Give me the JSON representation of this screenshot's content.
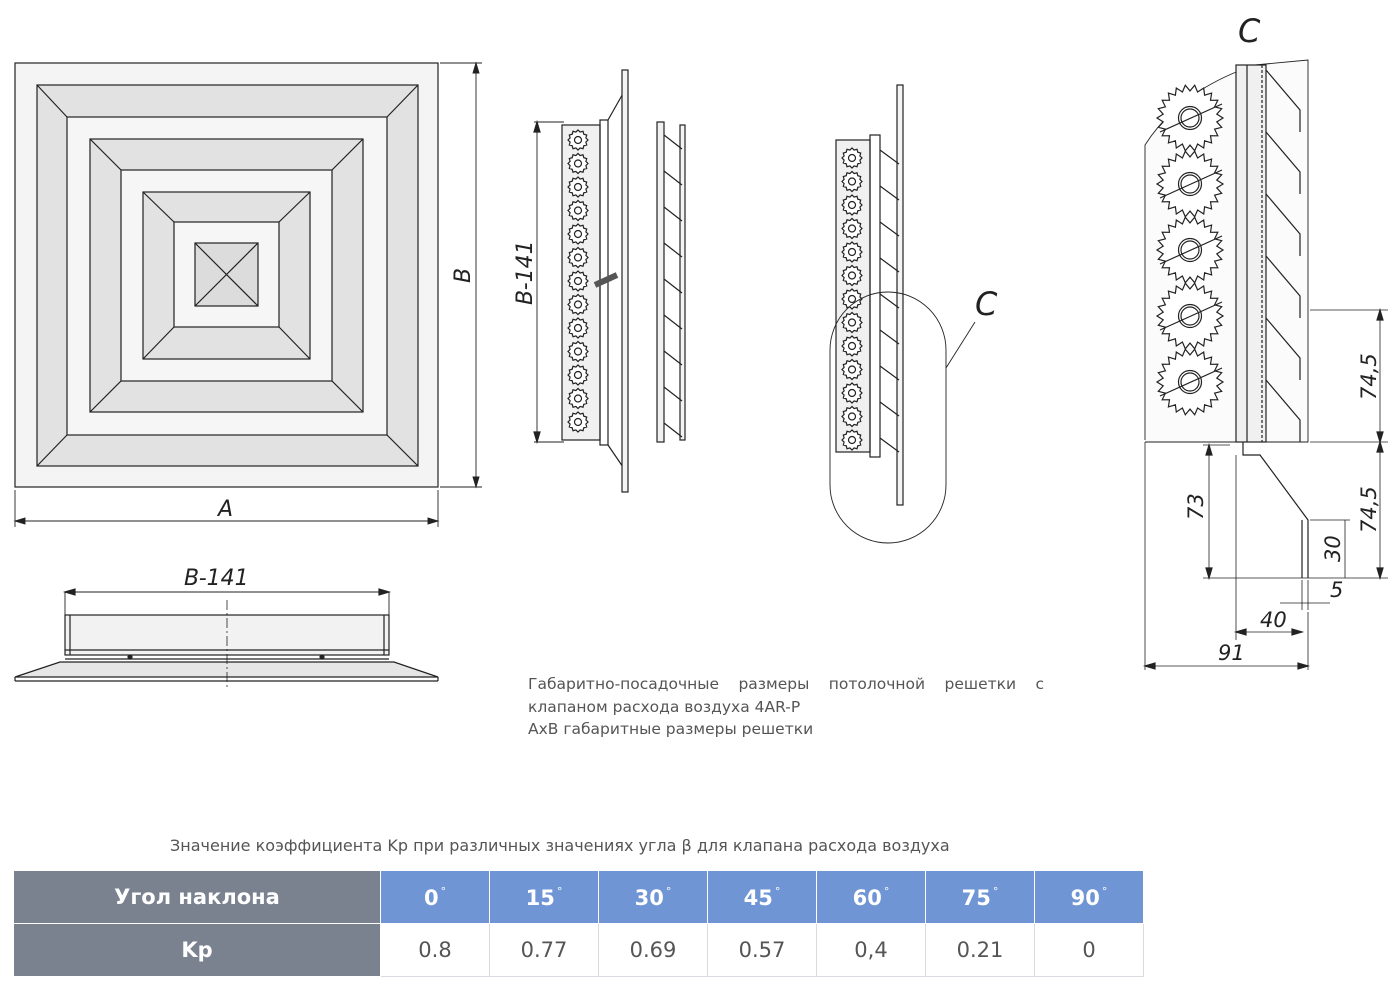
{
  "labels": {
    "dim_a": "A",
    "dim_b": "B",
    "dim_b141_side": "B-141",
    "dim_b141_bottom": "B-141",
    "detail_c_mark": "C",
    "detail_c_title": "C",
    "dim_74_5_top": "74,5",
    "dim_74_5_bottom": "74,5",
    "dim_73": "73",
    "dim_30": "30",
    "dim_5": "5",
    "dim_40": "40",
    "dim_91": "91"
  },
  "caption": {
    "line1": "Габаритно-посадочные размеры потолочной решетки с",
    "line2": "клапаном расхода воздуха 4AR-P",
    "line3": "AxB габаритные размеры решетки"
  },
  "table": {
    "title": "Значение коэффициента Kp при различных значениях угла β для клапана расхода воздуха",
    "row1_label": "Угол наклона",
    "row2_label": "Kp",
    "angles": [
      "0",
      "15",
      "30",
      "45",
      "60",
      "75",
      "90"
    ],
    "degree_mark": "°",
    "kp_values": [
      "0.8",
      "0.77",
      "0.69",
      "0.57",
      "0,4",
      "0.21",
      "0"
    ]
  },
  "colors": {
    "header_gray": "#7a8290",
    "header_blue": "#6f95d4",
    "line": "#222222"
  }
}
